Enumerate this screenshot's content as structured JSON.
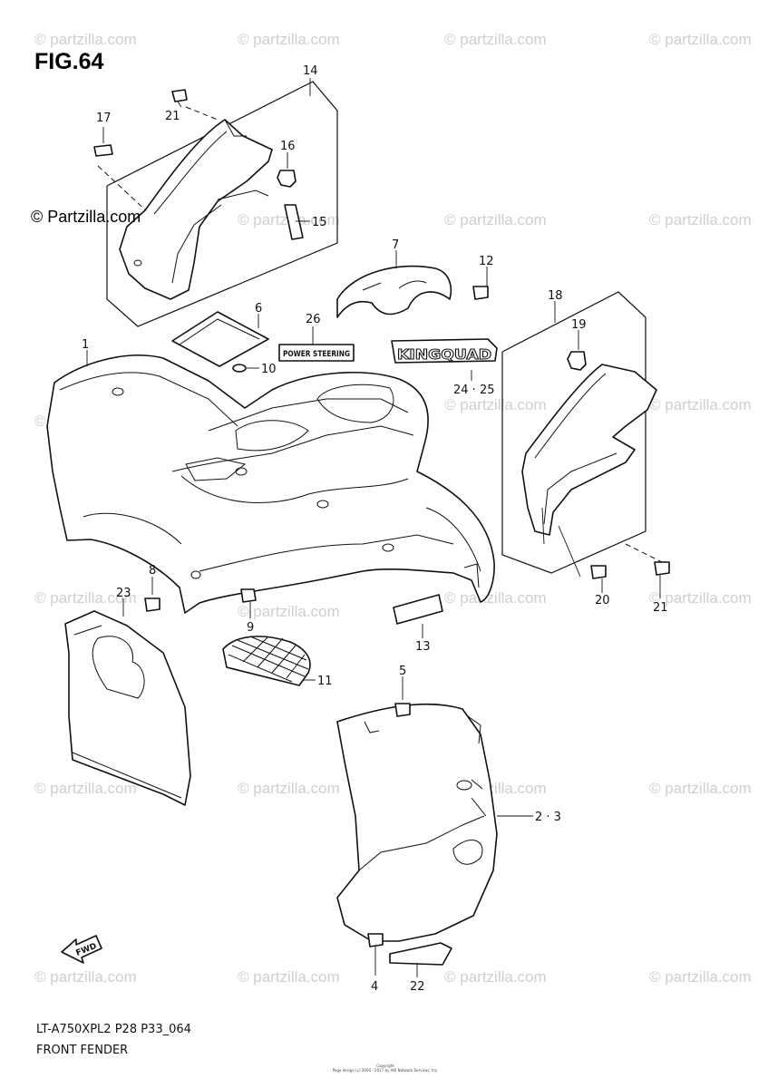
{
  "figure": {
    "title": "FIG.64",
    "code": "LT-A750XPL2 P28 P33_064",
    "caption": "FRONT FENDER"
  },
  "copyright_main": "© Partzilla.com",
  "watermark_text": "© partzilla.com",
  "footer_lines": [
    "Copyright",
    "Page design (c) 2004 - 2017 by ARI Network Services, Inc."
  ],
  "fwd_label": "FWD",
  "decals": {
    "power_steering": "POWER STEERING",
    "kingquad": "KINGQUAD"
  },
  "callouts": [
    {
      "id": "1",
      "label": "1"
    },
    {
      "id": "2-3",
      "label": "2 · 3"
    },
    {
      "id": "4",
      "label": "4"
    },
    {
      "id": "5",
      "label": "5"
    },
    {
      "id": "6",
      "label": "6"
    },
    {
      "id": "7",
      "label": "7"
    },
    {
      "id": "8",
      "label": "8"
    },
    {
      "id": "9",
      "label": "9"
    },
    {
      "id": "10",
      "label": "10"
    },
    {
      "id": "11",
      "label": "11"
    },
    {
      "id": "12",
      "label": "12"
    },
    {
      "id": "13",
      "label": "13"
    },
    {
      "id": "14",
      "label": "14"
    },
    {
      "id": "15",
      "label": "15"
    },
    {
      "id": "16",
      "label": "16"
    },
    {
      "id": "17",
      "label": "17"
    },
    {
      "id": "18",
      "label": "18"
    },
    {
      "id": "19",
      "label": "19"
    },
    {
      "id": "20",
      "label": "20"
    },
    {
      "id": "21a",
      "label": "21"
    },
    {
      "id": "21b",
      "label": "21"
    },
    {
      "id": "22",
      "label": "22"
    },
    {
      "id": "23",
      "label": "23"
    },
    {
      "id": "24-25",
      "label": "24 · 25"
    },
    {
      "id": "26",
      "label": "26"
    }
  ],
  "colors": {
    "line": "#111111",
    "watermark": "#cfcfcf",
    "background": "#ffffff"
  }
}
